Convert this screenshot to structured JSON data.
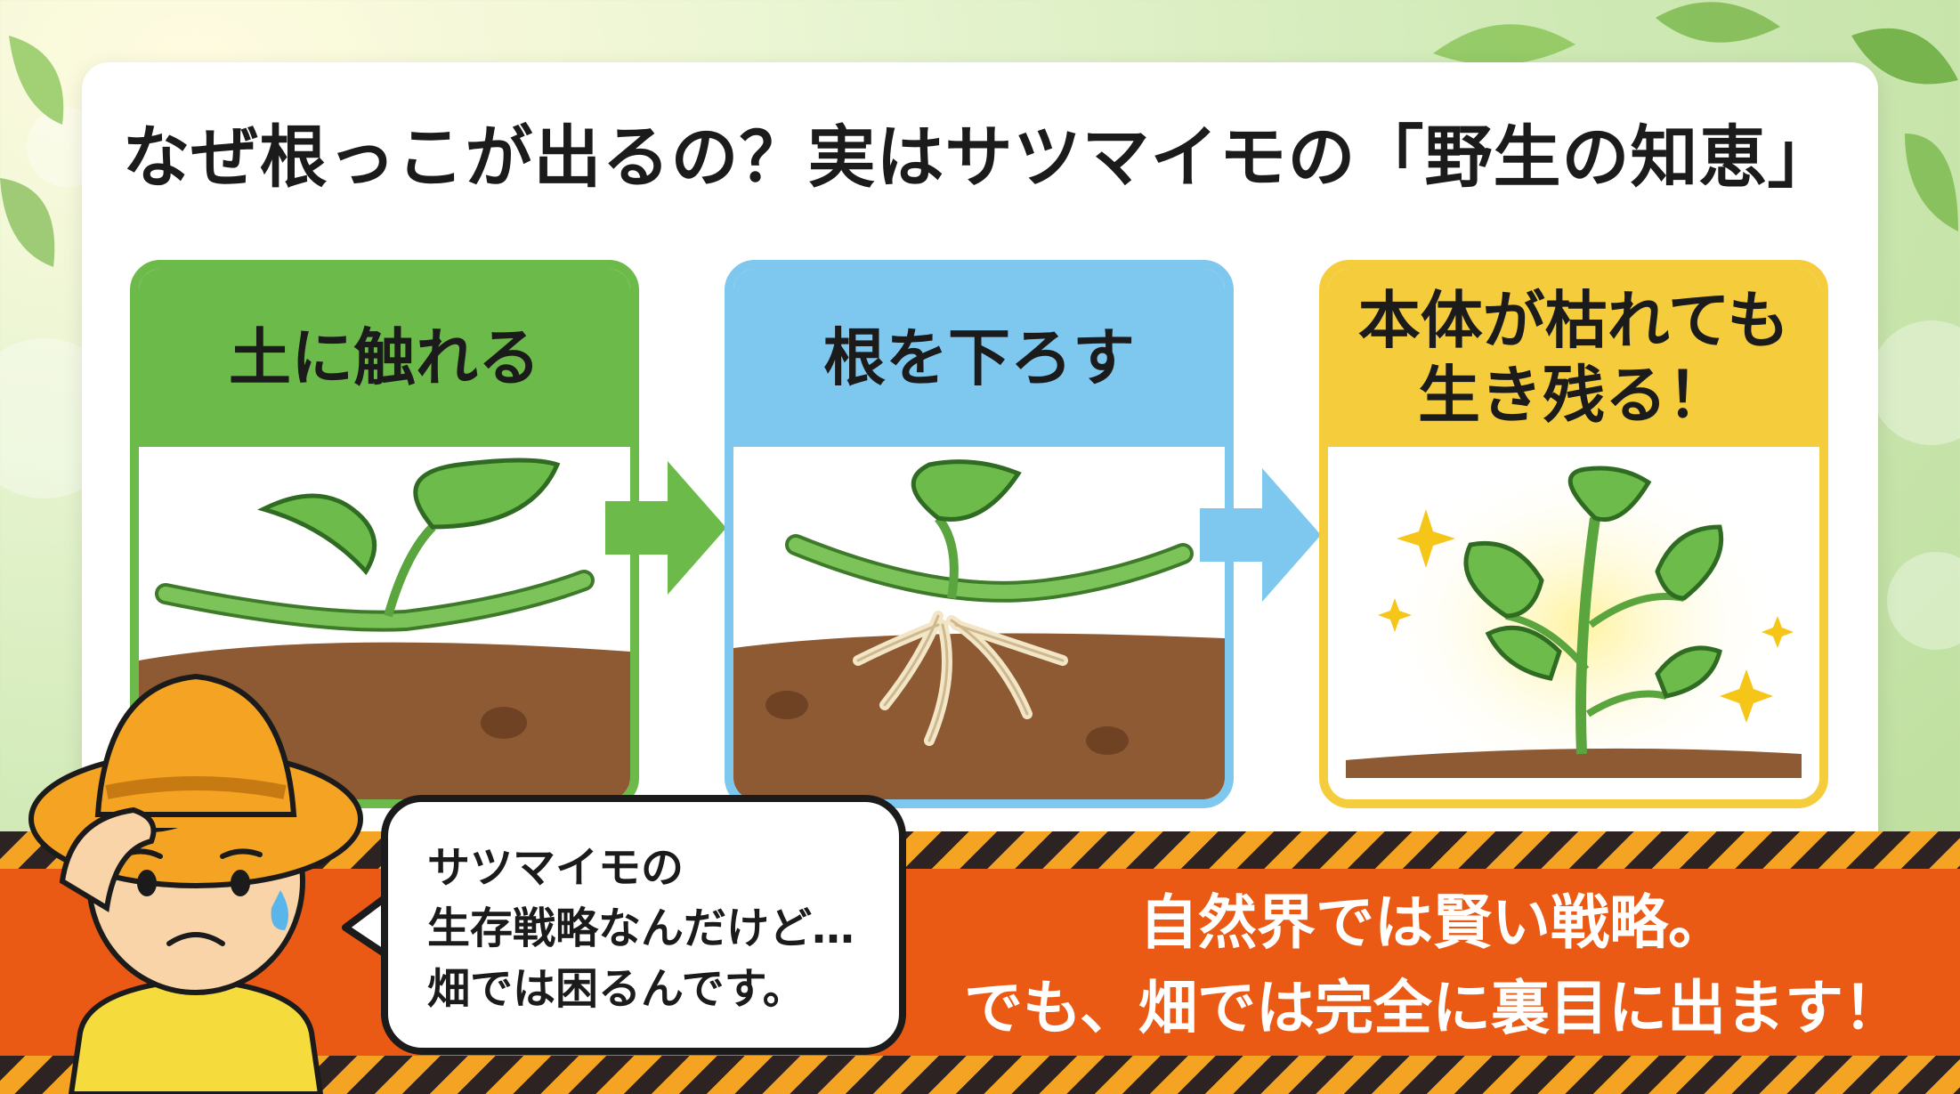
{
  "title": "なぜ根っこが出るの？実はサツマイモの「野生の知恵」",
  "steps": [
    {
      "label": "土に触れる"
    },
    {
      "label": "根を下ろす"
    },
    {
      "label_line1": "本体が枯れても",
      "label_line2": "生き残る！"
    }
  ],
  "speech_bubble": {
    "line1": "サツマイモの",
    "line2": "生存戦略なんだけど…",
    "line3": "畑では困るんです。"
  },
  "banner_message": {
    "line1": "自然界では賢い戦略。",
    "line2": "でも、畑では完全に裏目に出ます！"
  },
  "colors": {
    "step1": "#6cbb4a",
    "step2": "#7ec7ee",
    "step3": "#f5cd3c",
    "banner": "#ea5a14",
    "stripe_dark": "#2d2323",
    "stripe_light": "#f4a323",
    "soil": "#8d5a34"
  },
  "icons": [
    "arrow-right-icon",
    "sparkle-icon",
    "leaf-icon",
    "sweat-drop-icon",
    "straw-hat-icon"
  ]
}
